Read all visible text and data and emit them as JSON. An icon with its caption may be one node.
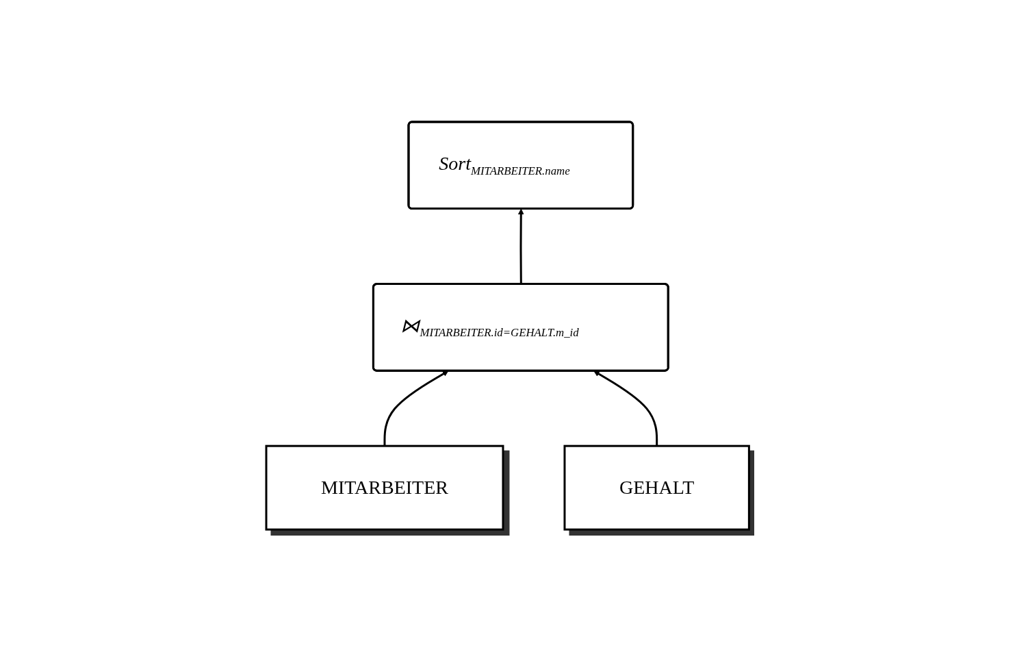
{
  "diagram": {
    "nodes": [
      {
        "text": [
          "Sort$_{MITARBEITER.name}$"
        ]
      },
      {
        "text": [
          "⋈$_{MITARBEITER.id=GEHALT.m_id}$"
        ]
      },
      {
        "text": [
          "MITARBEITER"
        ]
      },
      {
        "text": [
          "GEHALT"
        ]
      }
    ],
    "edges": [
      {
        "from": 1,
        "to": 0,
        "arrow": "to"
      },
      {
        "from": 2,
        "to": 1,
        "arrow": "to"
      },
      {
        "from": 3,
        "to": 1,
        "arrow": "to"
      }
    ]
  }
}
